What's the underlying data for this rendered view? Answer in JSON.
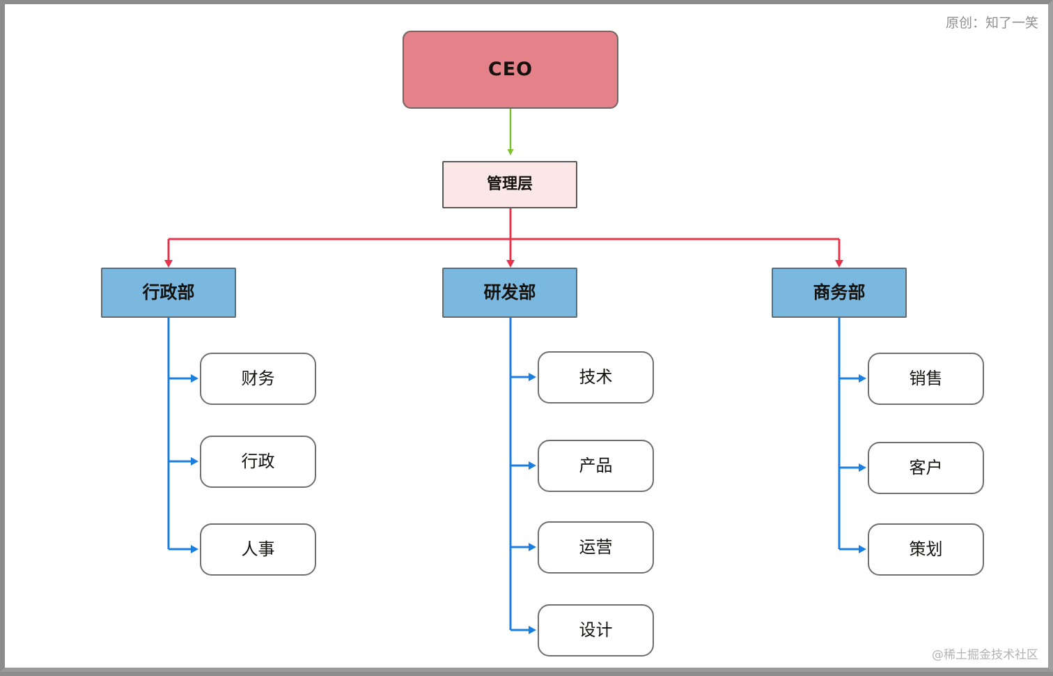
{
  "diagram": {
    "title_watermark": "原创：知了一笑",
    "footer_watermark": "@稀土掘金技术社区",
    "colors": {
      "ceo_fill": "#e58189",
      "mgmt_fill": "#fbe8e6",
      "dept_fill": "#7bb8e0",
      "leaf_fill": "#ffffff",
      "green_edge": "#7dbf2e",
      "red_edge": "#e5344c",
      "blue_edge": "#1a7fe0",
      "border_gray": "#6e6e6e",
      "canvas": "#ffffff",
      "frame": "#8c8c8c"
    },
    "nodes": {
      "ceo": "CEO",
      "management": "管理层",
      "dept_admin": "行政部",
      "dept_rd": "研发部",
      "dept_biz": "商务部",
      "admin_children": [
        "财务",
        "行政",
        "人事"
      ],
      "rd_children": [
        "技术",
        "产品",
        "运营",
        "设计"
      ],
      "biz_children": [
        "销售",
        "客户",
        "策划"
      ]
    },
    "edges": [
      {
        "from": "CEO",
        "to": "管理层",
        "color": "green"
      },
      {
        "from": "管理层",
        "to": "行政部",
        "color": "red"
      },
      {
        "from": "管理层",
        "to": "研发部",
        "color": "red"
      },
      {
        "from": "管理层",
        "to": "商务部",
        "color": "red"
      },
      {
        "from": "行政部",
        "to": "财务",
        "color": "blue"
      },
      {
        "from": "行政部",
        "to": "行政",
        "color": "blue"
      },
      {
        "from": "行政部",
        "to": "人事",
        "color": "blue"
      },
      {
        "from": "研发部",
        "to": "技术",
        "color": "blue"
      },
      {
        "from": "研发部",
        "to": "产品",
        "color": "blue"
      },
      {
        "from": "研发部",
        "to": "运营",
        "color": "blue"
      },
      {
        "from": "研发部",
        "to": "设计",
        "color": "blue"
      },
      {
        "from": "商务部",
        "to": "销售",
        "color": "blue"
      },
      {
        "from": "商务部",
        "to": "客户",
        "color": "blue"
      },
      {
        "from": "商务部",
        "to": "策划",
        "color": "blue"
      }
    ]
  }
}
